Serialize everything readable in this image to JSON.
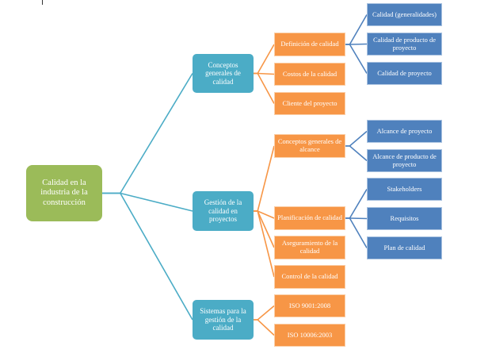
{
  "diagram": {
    "root": {
      "label": "Calidad en la industria de la construcción"
    },
    "branches": [
      {
        "label": "Conceptos generales de calidad",
        "children": [
          {
            "label": "Definición de calidad",
            "children": [
              {
                "label": "Calidad (generalidades)"
              },
              {
                "label": "Calidad de producto de proyecto"
              },
              {
                "label": "Calidad de proyecto"
              }
            ]
          },
          {
            "label": "Costos de la calidad"
          },
          {
            "label": "Cliente del proyecto"
          }
        ]
      },
      {
        "label": "Gestión de la calidad en proyectos",
        "children": [
          {
            "label": "Conceptos generales de alcance",
            "children": [
              {
                "label": "Alcance de proyecto"
              },
              {
                "label": "Alcance de producto de proyecto"
              }
            ]
          },
          {
            "label": "Planificación de calidad",
            "children": [
              {
                "label": "Stakeholders"
              },
              {
                "label": "Requisitos"
              },
              {
                "label": "Plan de calidad"
              }
            ]
          },
          {
            "label": "Aseguramiento de la calidad"
          },
          {
            "label": "Control de la calidad"
          }
        ]
      },
      {
        "label": "Sistemas para la gestión de la calidad",
        "children": [
          {
            "label": "ISO 9001:2008"
          },
          {
            "label": "ISO 10006:2003"
          }
        ]
      }
    ]
  },
  "colors": {
    "root": "#9bbb59",
    "level1": "#4bacc6",
    "level2": "#f79646",
    "level3": "#4f81bd",
    "connector_teal": "#4bacc6",
    "connector_orange": "#f79646",
    "connector_blue": "#4f81bd"
  }
}
